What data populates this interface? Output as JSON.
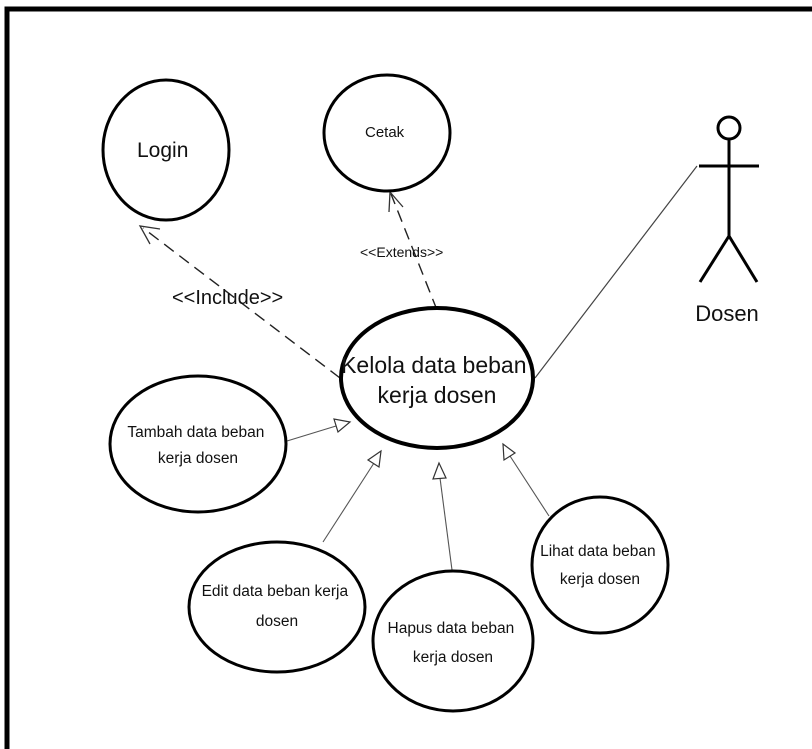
{
  "diagram": {
    "actor": {
      "label": "Dosen"
    },
    "use_cases": {
      "login": [
        "Login"
      ],
      "cetak": [
        "Cetak"
      ],
      "kelola": [
        "Kelola data beban",
        "kerja dosen"
      ],
      "tambah": [
        "Tambah data beban",
        "kerja dosen"
      ],
      "edit": [
        "Edit data beban kerja",
        "dosen"
      ],
      "hapus": [
        "Hapus data beban",
        "kerja dosen"
      ],
      "lihat": [
        "Lihat data beban",
        "kerja dosen"
      ]
    },
    "relations": {
      "include": "<<Include>>",
      "extends": "<<Extends>>"
    }
  }
}
